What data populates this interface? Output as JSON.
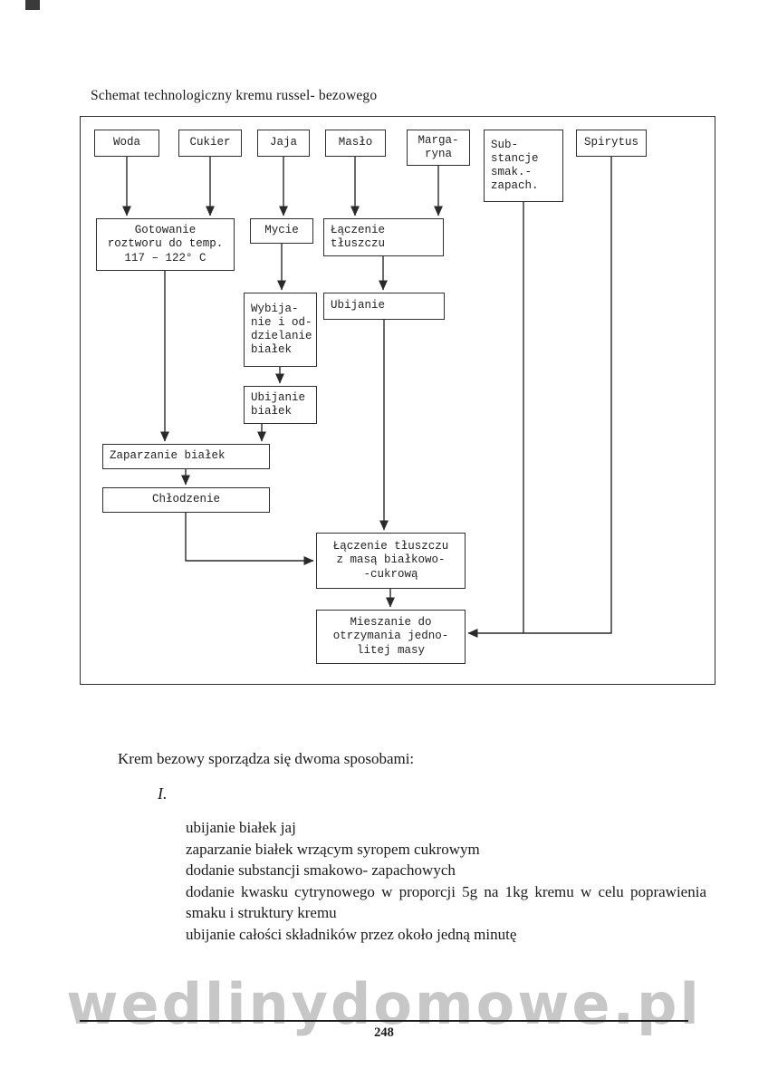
{
  "document": {
    "title": "Schemat technologiczny kremu russel- bezowego",
    "watermark": "wedlinydomowe.pl",
    "page_number": "248"
  },
  "flowchart": {
    "type": "flowchart",
    "nodes": {
      "woda": "Woda",
      "cukier": "Cukier",
      "jaja": "Jaja",
      "maslo": "Masło",
      "margaryna": "Marga-\nryna",
      "substancje": "Sub-\nstancje\nsmak.-\nzapach.",
      "spirytus": "Spirytus",
      "gotowanie": "Gotowanie\nroztworu do temp.\n117 – 122° C",
      "mycie": "Mycie",
      "laczenie_tluszczu": "Łączenie\ntłuszczu",
      "wybijanie": "Wybija-\nnie i od-\ndzielanie\nbiałek",
      "ubijanie": "Ubijanie",
      "ubijanie_bialek": "Ubijanie\nbiałek",
      "zaparzanie": "Zaparzanie białek",
      "chlodzenie": "Chłodzenie",
      "laczenie_masa": "Łączenie tłuszczu\nz masą białkowo-\n-cukrową",
      "mieszanie": "Mieszanie do\notrzymania jedno-\nlitej masy"
    },
    "edges": [
      {
        "from": "woda",
        "to": "gotowanie"
      },
      {
        "from": "cukier",
        "to": "gotowanie"
      },
      {
        "from": "jaja",
        "to": "mycie"
      },
      {
        "from": "maslo",
        "to": "laczenie_tluszczu"
      },
      {
        "from": "margaryna",
        "to": "laczenie_tluszczu"
      },
      {
        "from": "mycie",
        "to": "wybijanie"
      },
      {
        "from": "laczenie_tluszczu",
        "to": "ubijanie"
      },
      {
        "from": "wybijanie",
        "to": "ubijanie_bialek"
      },
      {
        "from": "gotowanie",
        "to": "zaparzanie"
      },
      {
        "from": "ubijanie_bialek",
        "to": "zaparzanie"
      },
      {
        "from": "zaparzanie",
        "to": "chlodzenie"
      },
      {
        "from": "chlodzenie",
        "to": "laczenie_masa"
      },
      {
        "from": "ubijanie",
        "to": "laczenie_masa"
      },
      {
        "from": "laczenie_masa",
        "to": "mieszanie"
      },
      {
        "from": "substancje",
        "to": "mieszanie"
      },
      {
        "from": "spirytus",
        "to": "mieszanie"
      }
    ]
  },
  "body": {
    "intro": "Krem bezowy sporządza się dwoma sposobami:",
    "section_numeral": "I.",
    "steps": [
      "ubijanie białek jaj",
      "zaparzanie białek wrzącym syropem cukrowym",
      "dodanie substancji smakowo- zapachowych",
      "dodanie kwasku cytrynowego w proporcji 5g na 1kg kremu w celu poprawienia smaku i struktury kremu",
      "ubijanie całości składników przez około jedną minutę"
    ]
  }
}
